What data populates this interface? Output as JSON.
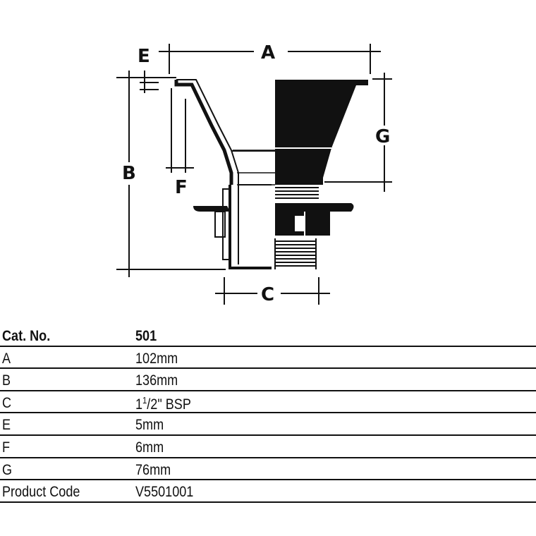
{
  "diagram": {
    "dimension_labels": {
      "a": "A",
      "b": "B",
      "c": "C",
      "e": "E",
      "f": "F",
      "g": "G"
    }
  },
  "table": {
    "header": {
      "key": "Cat. No.",
      "value": "501"
    },
    "rows": [
      {
        "key": "A",
        "value": "102mm"
      },
      {
        "key": "B",
        "value": "136mm"
      },
      {
        "key": "C",
        "value_whole": "1",
        "value_num": "1",
        "value_den": "/2\" BSP"
      },
      {
        "key": "E",
        "value": "5mm"
      },
      {
        "key": "F",
        "value": "6mm"
      },
      {
        "key": "G",
        "value": "76mm"
      },
      {
        "key": "Product Code",
        "value": "V5501001"
      }
    ]
  }
}
